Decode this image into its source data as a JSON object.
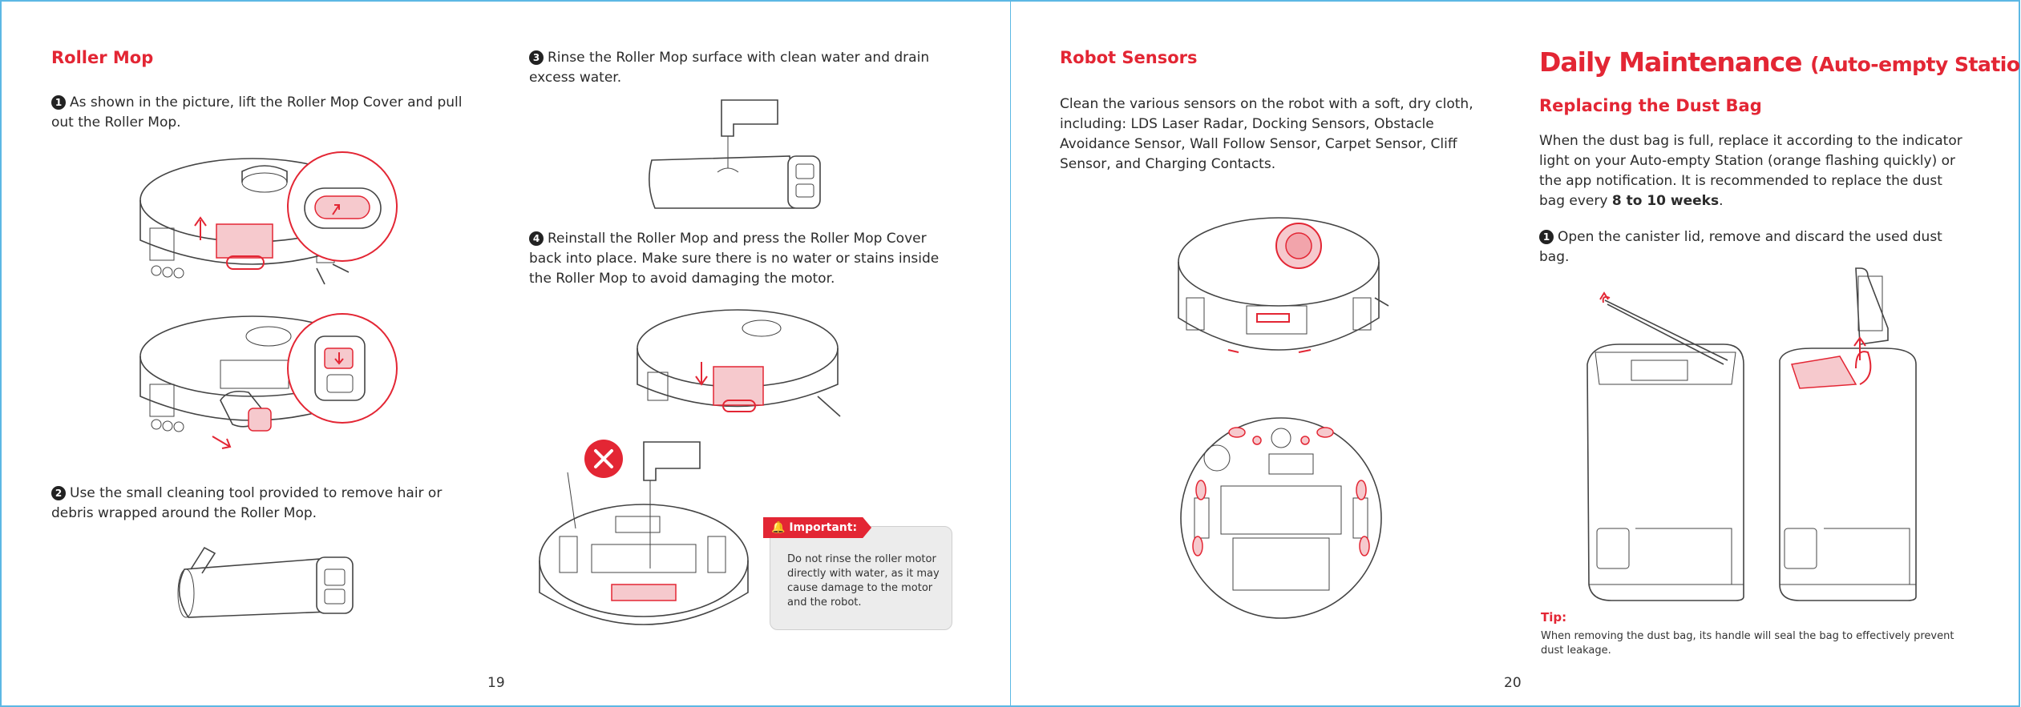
{
  "left_page": {
    "title": "Roller Mop",
    "step1": {
      "num": "1",
      "text": "As shown in the picture, lift the Roller Mop Cover and pull out the Roller Mop."
    },
    "step2": {
      "num": "2",
      "text": "Use the small cleaning tool provided to remove hair or debris wrapped around the Roller Mop."
    },
    "step3": {
      "num": "3",
      "text": "Rinse the Roller Mop surface with clean water and drain excess water."
    },
    "step4": {
      "num": "4",
      "text": "Reinstall the Roller Mop and press the Roller Mop Cover back into place. Make sure there is no water or stains inside the Roller Mop to avoid damaging the motor."
    },
    "important": {
      "label": "Important:",
      "text": "Do not rinse the roller motor directly with water, as it may cause damage to the motor and the robot."
    },
    "page_number": "19"
  },
  "right_page": {
    "sensors_title": "Robot Sensors",
    "sensors_text": "Clean the various sensors on the robot with a soft, dry cloth, including: LDS Laser Radar, Docking Sensors, Obstacle Avoidance Sensor, Wall Follow Sensor, Carpet Sensor, Cliff Sensor, and Charging Contacts.",
    "maintenance_title": "Daily Maintenance",
    "maintenance_subtitle": "(Auto-empty Station)",
    "dustbag_title": "Replacing the Dust Bag",
    "dustbag_text_before": "When the dust bag is full, replace it according to the indicator light on your Auto-empty Station (orange flashing quickly) or the app notification. It is recommended to replace the dust bag every ",
    "dustbag_text_bold": "8 to 10 weeks",
    "dustbag_text_after": ".",
    "step1": {
      "num": "1",
      "text": "Open the canister lid, remove and discard the used dust bag."
    },
    "tip_label": "Tip:",
    "tip_text": "When removing the dust bag, its handle will seal the bag to effectively prevent dust leakage.",
    "page_number": "20"
  },
  "colors": {
    "accent": "#e32634",
    "border": "#5cb8e4",
    "note_bg": "#ececec"
  },
  "icons": {
    "step_number": "filled-circle-number",
    "prohibited": "red-x-circle-icon",
    "warning": "bell-warning-icon"
  }
}
